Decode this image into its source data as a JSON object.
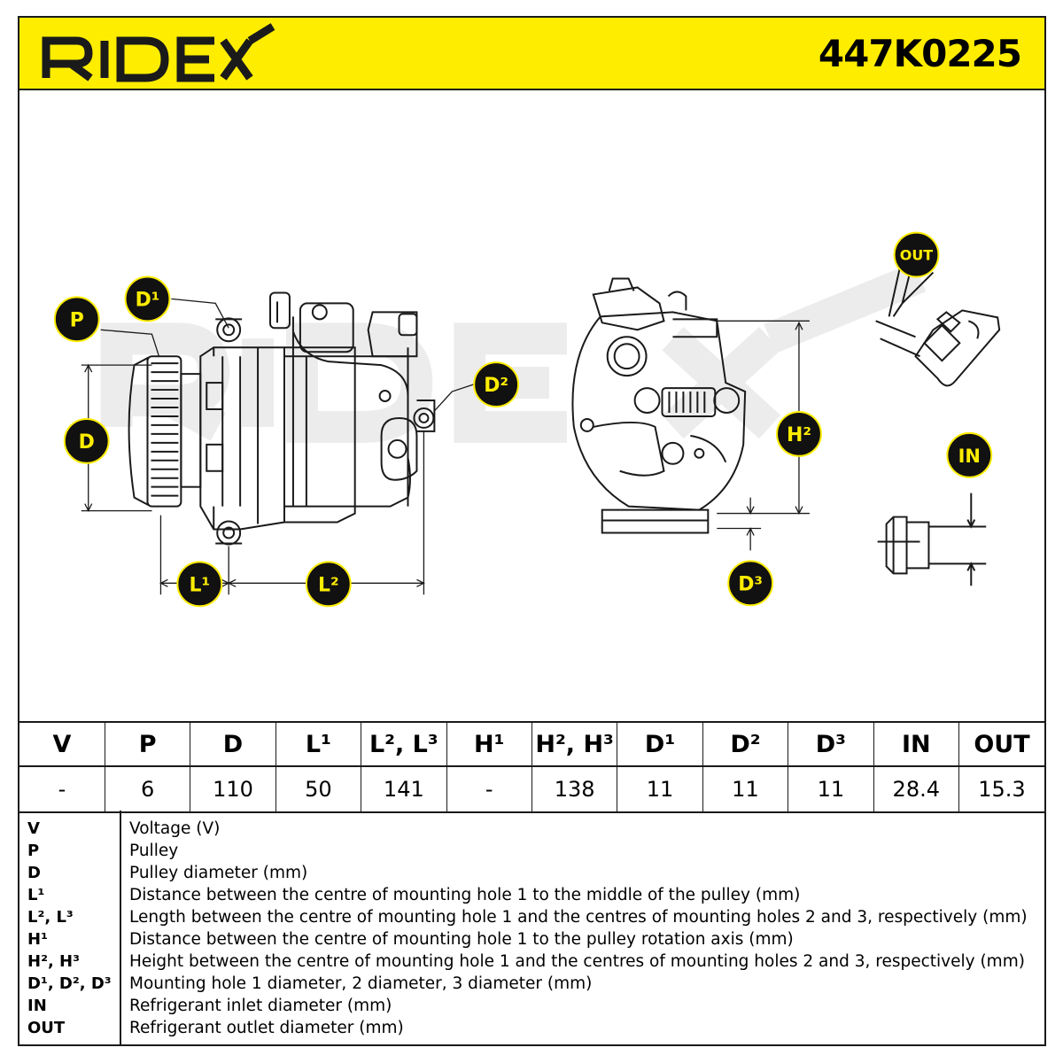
{
  "header": {
    "brand": "RIDEX",
    "part_number": "447K0225",
    "background": "#ffed00"
  },
  "drawing": {
    "callouts": {
      "P": "P",
      "D": "D",
      "D1": "D¹",
      "D2": "D²",
      "D3": "D³",
      "L1": "L¹",
      "L2": "L²",
      "H2": "H²",
      "OUT": "OUT",
      "IN": "IN"
    },
    "watermark": "RIDEX"
  },
  "table": {
    "headers": [
      "V",
      "P",
      "D",
      "L¹",
      "L², L³",
      "H¹",
      "H², H³",
      "D¹",
      "D²",
      "D³",
      "IN",
      "OUT"
    ],
    "values": [
      "-",
      "6",
      "110",
      "50",
      "141",
      "-",
      "138",
      "11",
      "11",
      "11",
      "28.4",
      "15.3"
    ]
  },
  "legend": [
    {
      "key": "V",
      "desc": "Voltage (V)"
    },
    {
      "key": "P",
      "desc": "Pulley"
    },
    {
      "key": "D",
      "desc": "Pulley diameter (mm)"
    },
    {
      "key": "L¹",
      "desc": "Distance between the centre of mounting hole 1 to the middle of the pulley (mm)"
    },
    {
      "key": "L², L³",
      "desc": "Length between the centre of mounting hole 1 and the centres of mounting holes 2 and 3, respectively (mm)"
    },
    {
      "key": "H¹",
      "desc": "Distance between the centre of mounting hole 1 to the pulley rotation axis (mm)"
    },
    {
      "key": "H², H³",
      "desc": "Height between the centre of mounting hole 1 and the centres of mounting holes 2 and 3, respectively (mm)"
    },
    {
      "key": "D¹, D², D³",
      "desc": "Mounting hole 1 diameter, 2 diameter, 3 diameter (mm)"
    },
    {
      "key": "IN",
      "desc": "Refrigerant inlet diameter (mm)"
    },
    {
      "key": "OUT",
      "desc": "Refrigerant outlet diameter (mm)"
    }
  ]
}
